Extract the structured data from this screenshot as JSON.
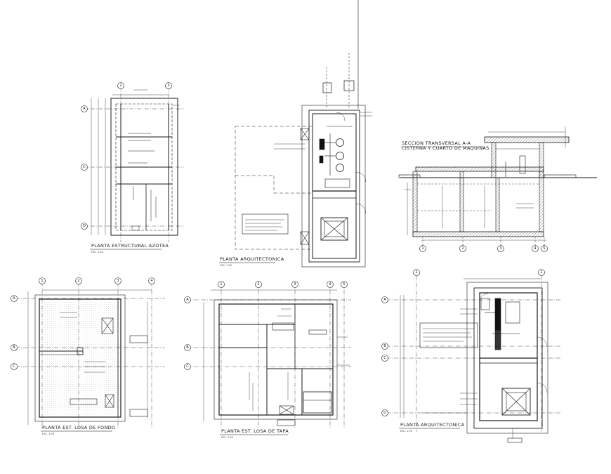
{
  "drawings": {
    "top_left": {
      "title": "PLANTA ESTRUCTURAL AZOTEA",
      "scale": "ESC. 1:50",
      "axes_row": [
        "A",
        "C",
        "D"
      ],
      "axes_col": [
        "2",
        "3"
      ]
    },
    "top_center": {
      "title": "PLANTA ARQUITECTONICA",
      "scale": "ESC. 1:50"
    },
    "section": {
      "title_line1": "SECCION TRANSVERSAL A-A",
      "title_line2": "CISTERNA Y CUARTO DE MAQUINAS",
      "axes_col": [
        "1",
        "2",
        "3",
        "4",
        "5"
      ]
    },
    "bottom_left": {
      "title": "PLANTA EST. LOSA DE FONDO",
      "scale": "ESC. 1:50",
      "axes_row": [
        "A",
        "B",
        "C"
      ],
      "axes_col": [
        "1",
        "2",
        "3",
        "4"
      ]
    },
    "bottom_center": {
      "title": "PLANTA EST. LOSA DE TAPA",
      "scale": "ESC. 1:50",
      "axes_row": [
        "A",
        "B",
        "C"
      ],
      "axes_col": [
        "1",
        "2",
        "3",
        "4",
        "5"
      ]
    },
    "bottom_right": {
      "title": "PLANTA ARQUITECTONICA",
      "scale": "ESC. 1:50",
      "axes_row": [
        "A",
        "B",
        "C",
        "D"
      ],
      "axes_col": [
        "1",
        "2"
      ]
    }
  },
  "colors": {
    "line": "#1a1a1a",
    "background": "#ffffff"
  }
}
